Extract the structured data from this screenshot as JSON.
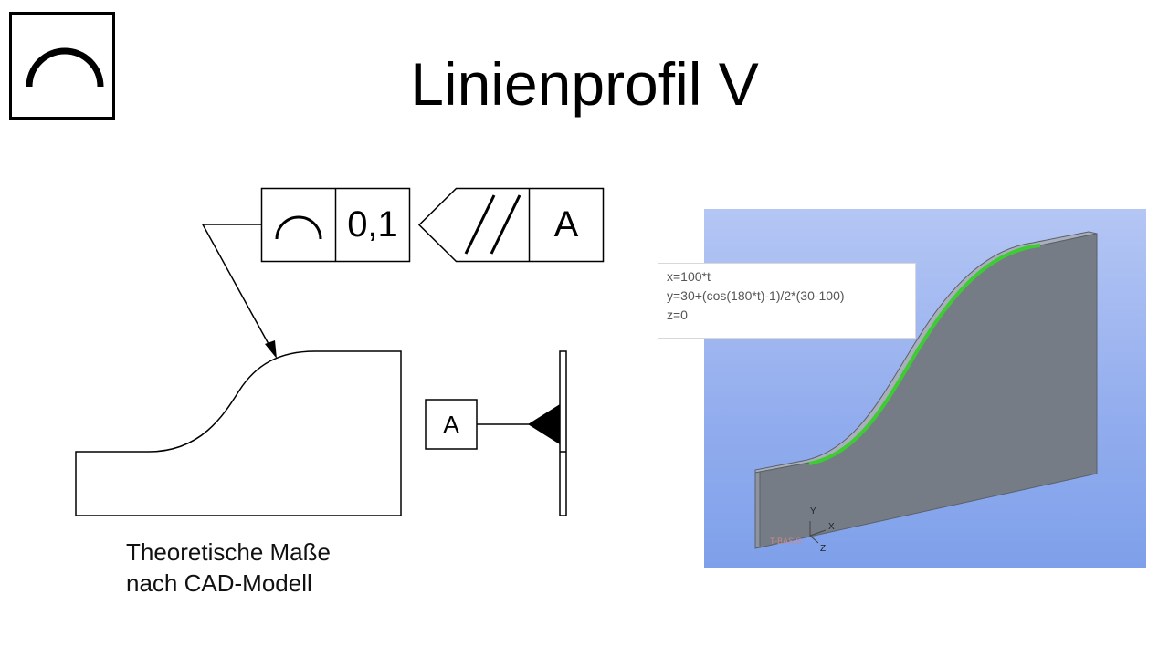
{
  "title": "Linienprofil V",
  "feature_control_frame": {
    "symbol": "line-profile-icon",
    "tolerance": "0,1",
    "datum_reference": "A"
  },
  "datum_feature": {
    "label": "A",
    "symbol": "datum-triangle-icon"
  },
  "caption": {
    "line1": "Theoretische Maße",
    "line2": "nach CAD-Modell"
  },
  "cad_model": {
    "equations": [
      "x=100*t",
      "y=30+(cos(180*t)-1)/2*(30-100)",
      "z=0"
    ],
    "axes": {
      "y": "Y",
      "x": "X",
      "z": "Z",
      "basis": "T-BASIS"
    },
    "colors": {
      "background_top": "#b4c6f4",
      "background_bottom": "#7ea0ea",
      "part_face": "#757c86",
      "profile_curve": "#3dcc32"
    }
  }
}
